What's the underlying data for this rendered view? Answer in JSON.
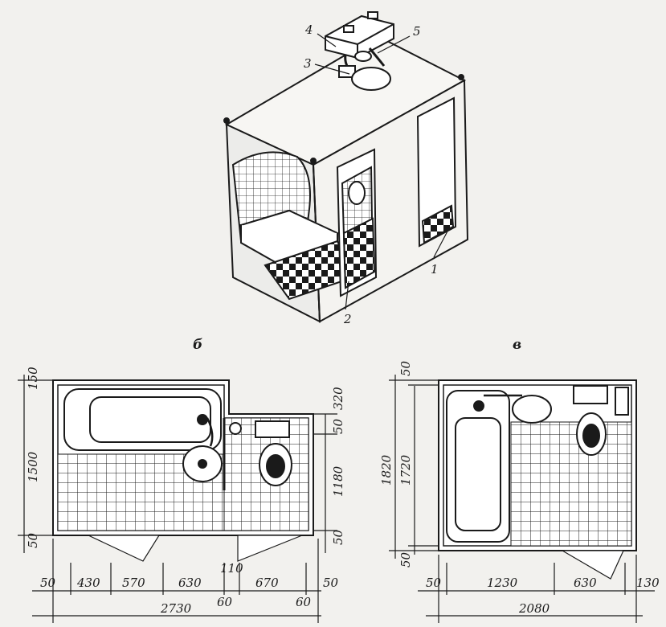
{
  "callouts": [
    "1",
    "2",
    "3",
    "4",
    "5"
  ],
  "plan_b": {
    "label": "б",
    "bottom_dims": [
      "50",
      "430",
      "570",
      "630",
      "110",
      "670",
      "50"
    ],
    "sub_dims": [
      "60",
      "60"
    ],
    "overall_width": "2730",
    "left_dims": [
      "150",
      "1500",
      "50"
    ],
    "right_dims": [
      "320",
      "50",
      "1180",
      "50"
    ]
  },
  "plan_v": {
    "label": "в",
    "bottom_dims": [
      "50",
      "1230",
      "630",
      "130"
    ],
    "overall_width": "2080",
    "left_dims": [
      "50",
      "1820",
      "1720",
      "50"
    ]
  },
  "colors": {
    "ink": "#1a1a1a",
    "paper": "#f2f1ee",
    "tile": "#ffffff"
  }
}
